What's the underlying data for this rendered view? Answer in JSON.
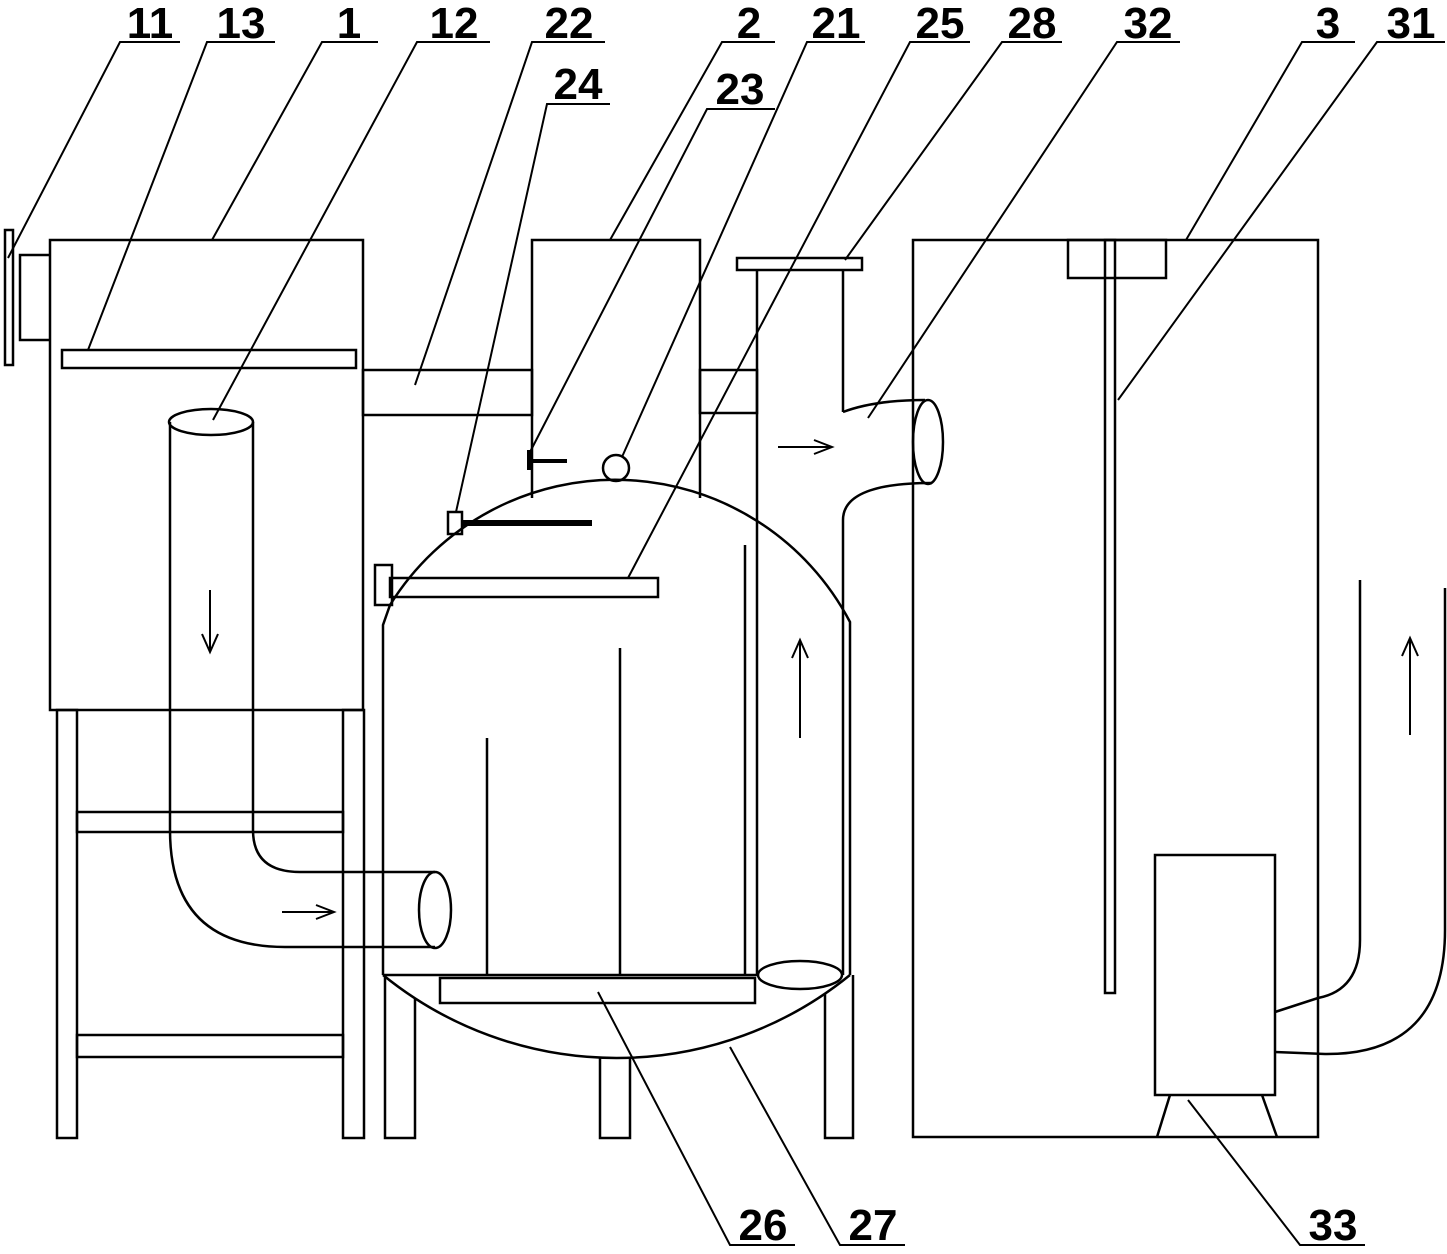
{
  "labels": [
    "11",
    "13",
    "1",
    "12",
    "22",
    "2",
    "21",
    "25",
    "28",
    "32",
    "3",
    "31",
    "24",
    "23",
    "26",
    "27",
    "33"
  ],
  "colors": {
    "line": "#000000",
    "background": "#ffffff"
  }
}
